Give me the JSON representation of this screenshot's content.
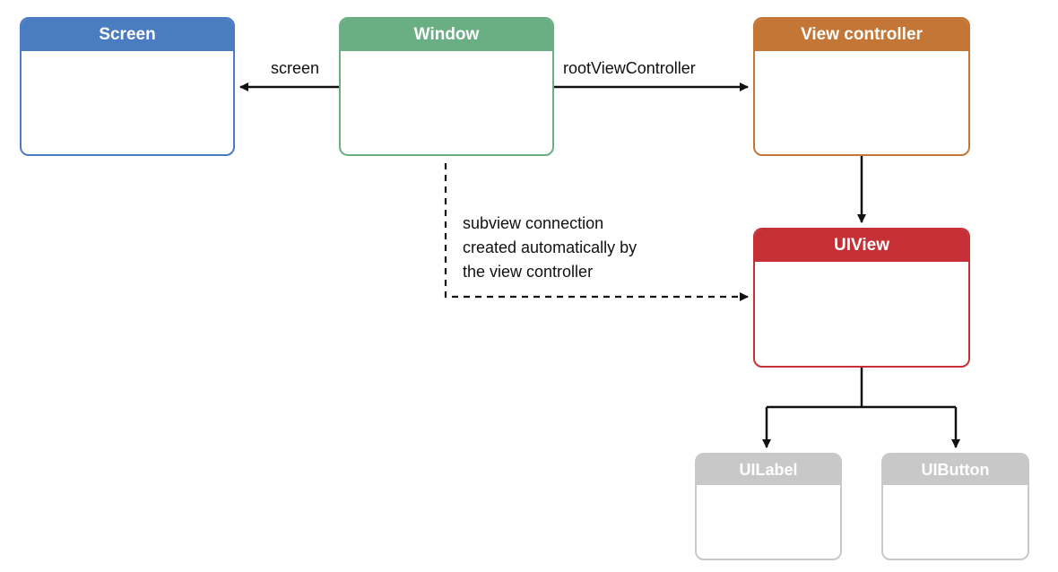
{
  "nodes": {
    "screen": {
      "title": "Screen",
      "color": "#4a7cc2"
    },
    "window": {
      "title": "Window",
      "color": "#6aae84"
    },
    "view_controller": {
      "title": "View controller",
      "color": "#c47636"
    },
    "uiview": {
      "title": "UIView",
      "color": "#c43036"
    },
    "uilabel": {
      "title": "UILabel",
      "color": "#c8c8c8"
    },
    "uibutton": {
      "title": "UIButton",
      "color": "#c8c8c8"
    }
  },
  "edges": {
    "window_to_screen": "screen",
    "window_to_vc": "rootViewController"
  },
  "note": {
    "line1": "subview connection",
    "line2": "created automatically by",
    "line3": "the view controller"
  }
}
